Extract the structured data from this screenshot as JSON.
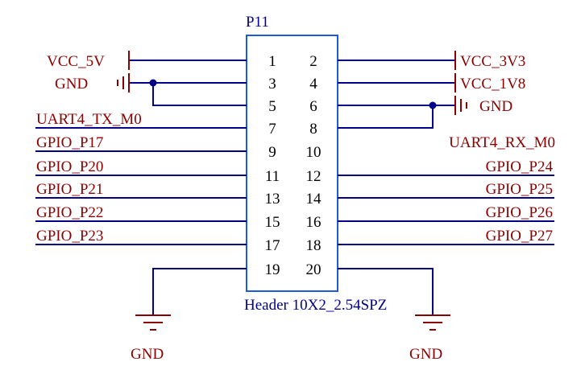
{
  "colors": {
    "wire": "#00008b",
    "power": "#8b0000",
    "header_box": "#1e5bd8",
    "designator": "#00008b",
    "net_label": "#8b0000",
    "pin_number": "#000000",
    "junction": "#00008b"
  },
  "header": {
    "designator": "P11",
    "footprint": "Header 10X2_2.54SPZ",
    "left_pins": [
      "1",
      "3",
      "5",
      "7",
      "9",
      "11",
      "13",
      "15",
      "17",
      "19"
    ],
    "right_pins": [
      "2",
      "4",
      "6",
      "8",
      "10",
      "12",
      "14",
      "16",
      "18",
      "20"
    ]
  },
  "power_symbols": {
    "vcc_5v": "VCC_5V",
    "gnd_left": "GND",
    "vcc_3v3": "VCC_3V3",
    "vcc_1v8": "VCC_1V8",
    "gnd_right": "GND",
    "gnd_bottom_left": "GND",
    "gnd_bottom_right": "GND"
  },
  "nets": {
    "left": [
      "UART4_TX_M0",
      "GPIO_P17",
      "GPIO_P20",
      "GPIO_P21",
      "GPIO_P22",
      "GPIO_P23"
    ],
    "right": [
      "UART4_RX_M0",
      "GPIO_P24",
      "GPIO_P25",
      "GPIO_P26",
      "GPIO_P27"
    ]
  }
}
